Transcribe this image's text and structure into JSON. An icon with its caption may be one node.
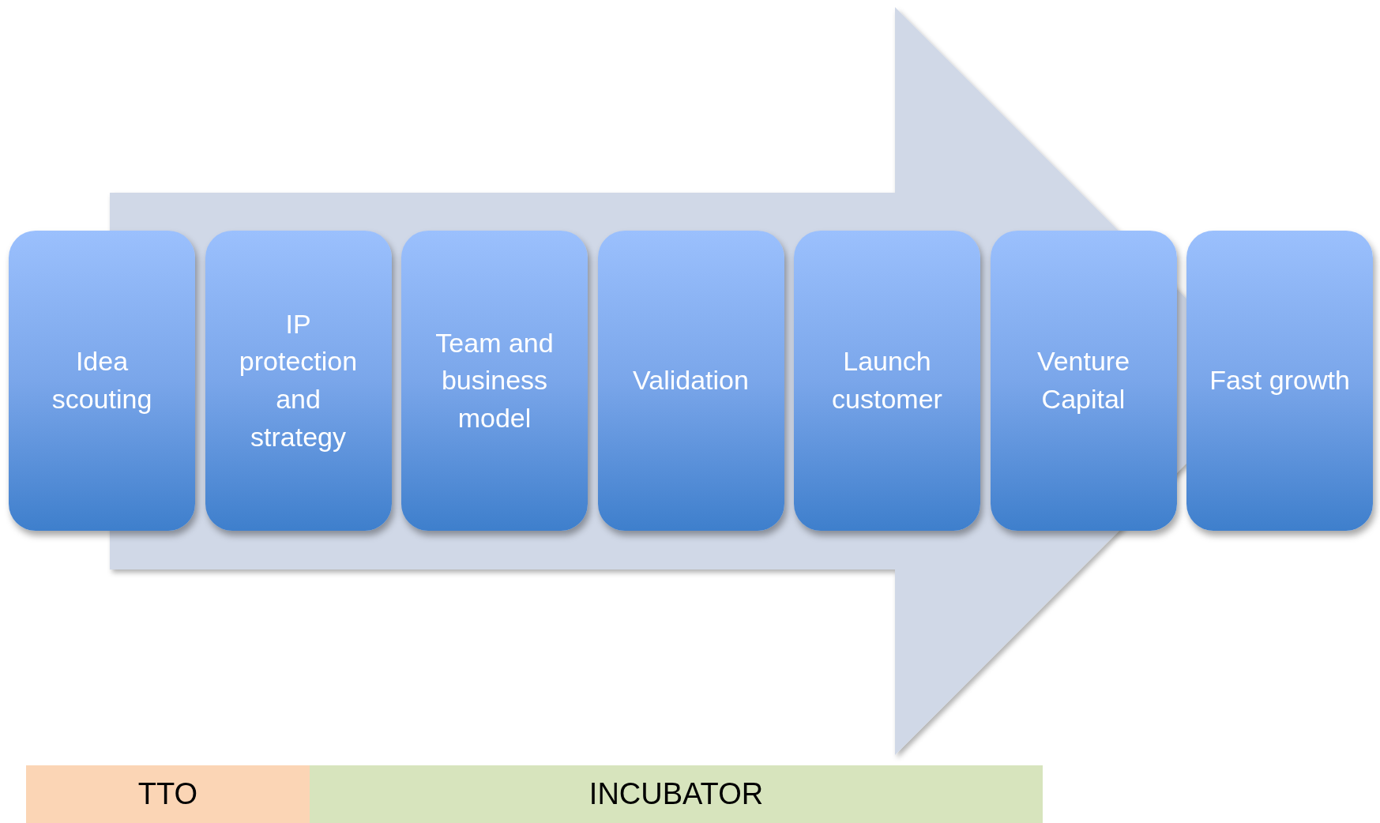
{
  "diagram": {
    "nodes": [
      {
        "text": [
          "Idea scouting"
        ]
      },
      {
        "text": [
          "IP protection and strategy"
        ]
      },
      {
        "text": [
          "Team and business model"
        ]
      },
      {
        "text": [
          "Validation"
        ]
      },
      {
        "text": [
          "Launch customer"
        ]
      },
      {
        "text": [
          "Venture Capital"
        ]
      },
      {
        "text": [
          "Fast growth"
        ]
      },
      {
        "text": [
          "TTO"
        ]
      },
      {
        "text": [
          "INCUBATOR"
        ]
      }
    ],
    "edges": [
      {
        "from": 0,
        "to": 6,
        "arrow": "to"
      }
    ]
  }
}
